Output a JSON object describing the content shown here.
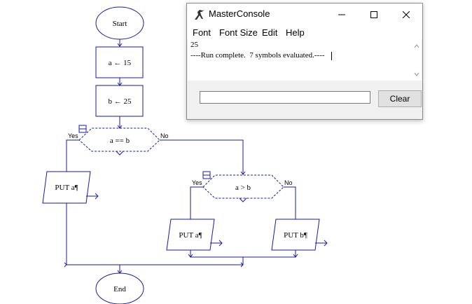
{
  "flowchart": {
    "start": "Start",
    "assign_a": "a ← 15",
    "assign_b": "b ← 25",
    "decision_1": "a == b",
    "decision_1_yes": "Yes",
    "decision_1_no": "No",
    "output_left": "PUT a¶",
    "decision_2": "a > b",
    "decision_2_yes": "Yes",
    "decision_2_no": "No",
    "output_mid": "PUT a¶",
    "output_right": "PUT b¶",
    "end": "End"
  },
  "console": {
    "title": "MasterConsole",
    "menu": [
      "Font",
      "Font Size",
      "Edit",
      "Help"
    ],
    "output_lines": [
      "25",
      "----Run complete.  7 symbols evaluated.----"
    ],
    "input_value": "",
    "clear_label": "Clear",
    "icons": {
      "app": "raptor-icon",
      "minimize": "minimize-icon",
      "maximize": "maximize-icon",
      "close": "close-icon",
      "scroll_up": "chevron-up-icon",
      "scroll_down": "chevron-down-icon"
    }
  },
  "colors": {
    "flow_stroke": "#1a1aa0",
    "window_border": "#8a8a8a",
    "window_bg": "#f0f0f0"
  }
}
